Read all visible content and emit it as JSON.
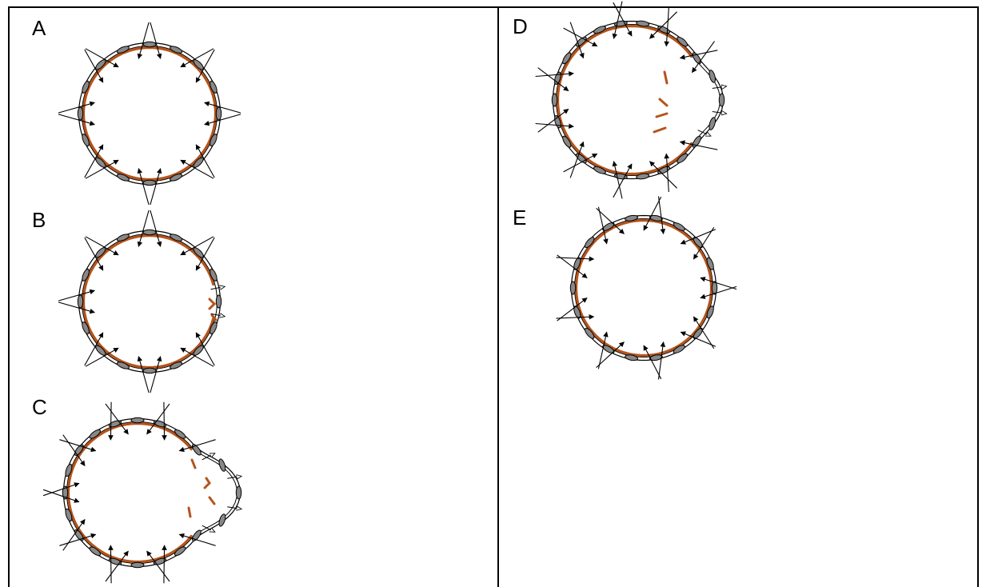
{
  "figure": {
    "panels": [
      {
        "id": "A",
        "label": "A"
      },
      {
        "id": "B",
        "label": "B"
      },
      {
        "id": "C",
        "label": "C"
      },
      {
        "id": "D",
        "label": "D"
      },
      {
        "id": "E",
        "label": "E"
      }
    ]
  },
  "colors": {
    "cortex": "#b5541b",
    "membrane": "#000000",
    "protein_fill": "#888888",
    "arrow": "#000000",
    "background": "#ffffff"
  }
}
